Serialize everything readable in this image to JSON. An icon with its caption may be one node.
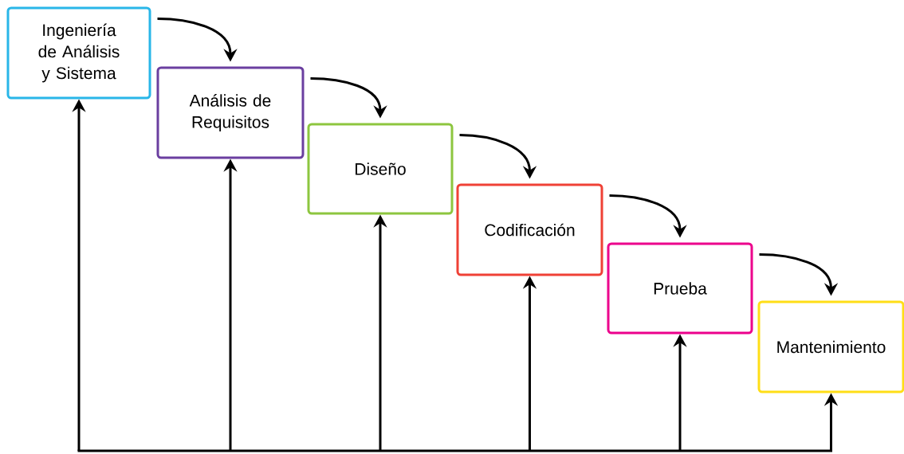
{
  "diagram": {
    "nodes": [
      {
        "text": [
          "Ingeniería de Análisis y Sistema"
        ]
      },
      {
        "text": [
          "Análisis de Requisitos"
        ]
      },
      {
        "text": [
          "Diseño"
        ]
      },
      {
        "text": [
          "Codificación"
        ]
      },
      {
        "text": [
          "Prueba"
        ]
      },
      {
        "text": [
          "Mantenimiento"
        ]
      }
    ],
    "edges": [
      {
        "from": 0,
        "to": 1,
        "arrow": "to"
      },
      {
        "from": 1,
        "to": 2,
        "arrow": "to"
      },
      {
        "from": 2,
        "to": 3,
        "arrow": "to"
      },
      {
        "from": 3,
        "to": 4,
        "arrow": "to"
      },
      {
        "from": 4,
        "to": 5,
        "arrow": "to"
      },
      {
        "from": null,
        "to": 0,
        "arrow": "to"
      },
      {
        "from": null,
        "to": 1,
        "arrow": "to"
      },
      {
        "from": null,
        "to": 2,
        "arrow": "to"
      },
      {
        "from": null,
        "to": 3,
        "arrow": "to"
      },
      {
        "from": null,
        "to": 4,
        "arrow": "to"
      },
      {
        "from": null,
        "to": 5,
        "arrow": "to"
      }
    ]
  }
}
